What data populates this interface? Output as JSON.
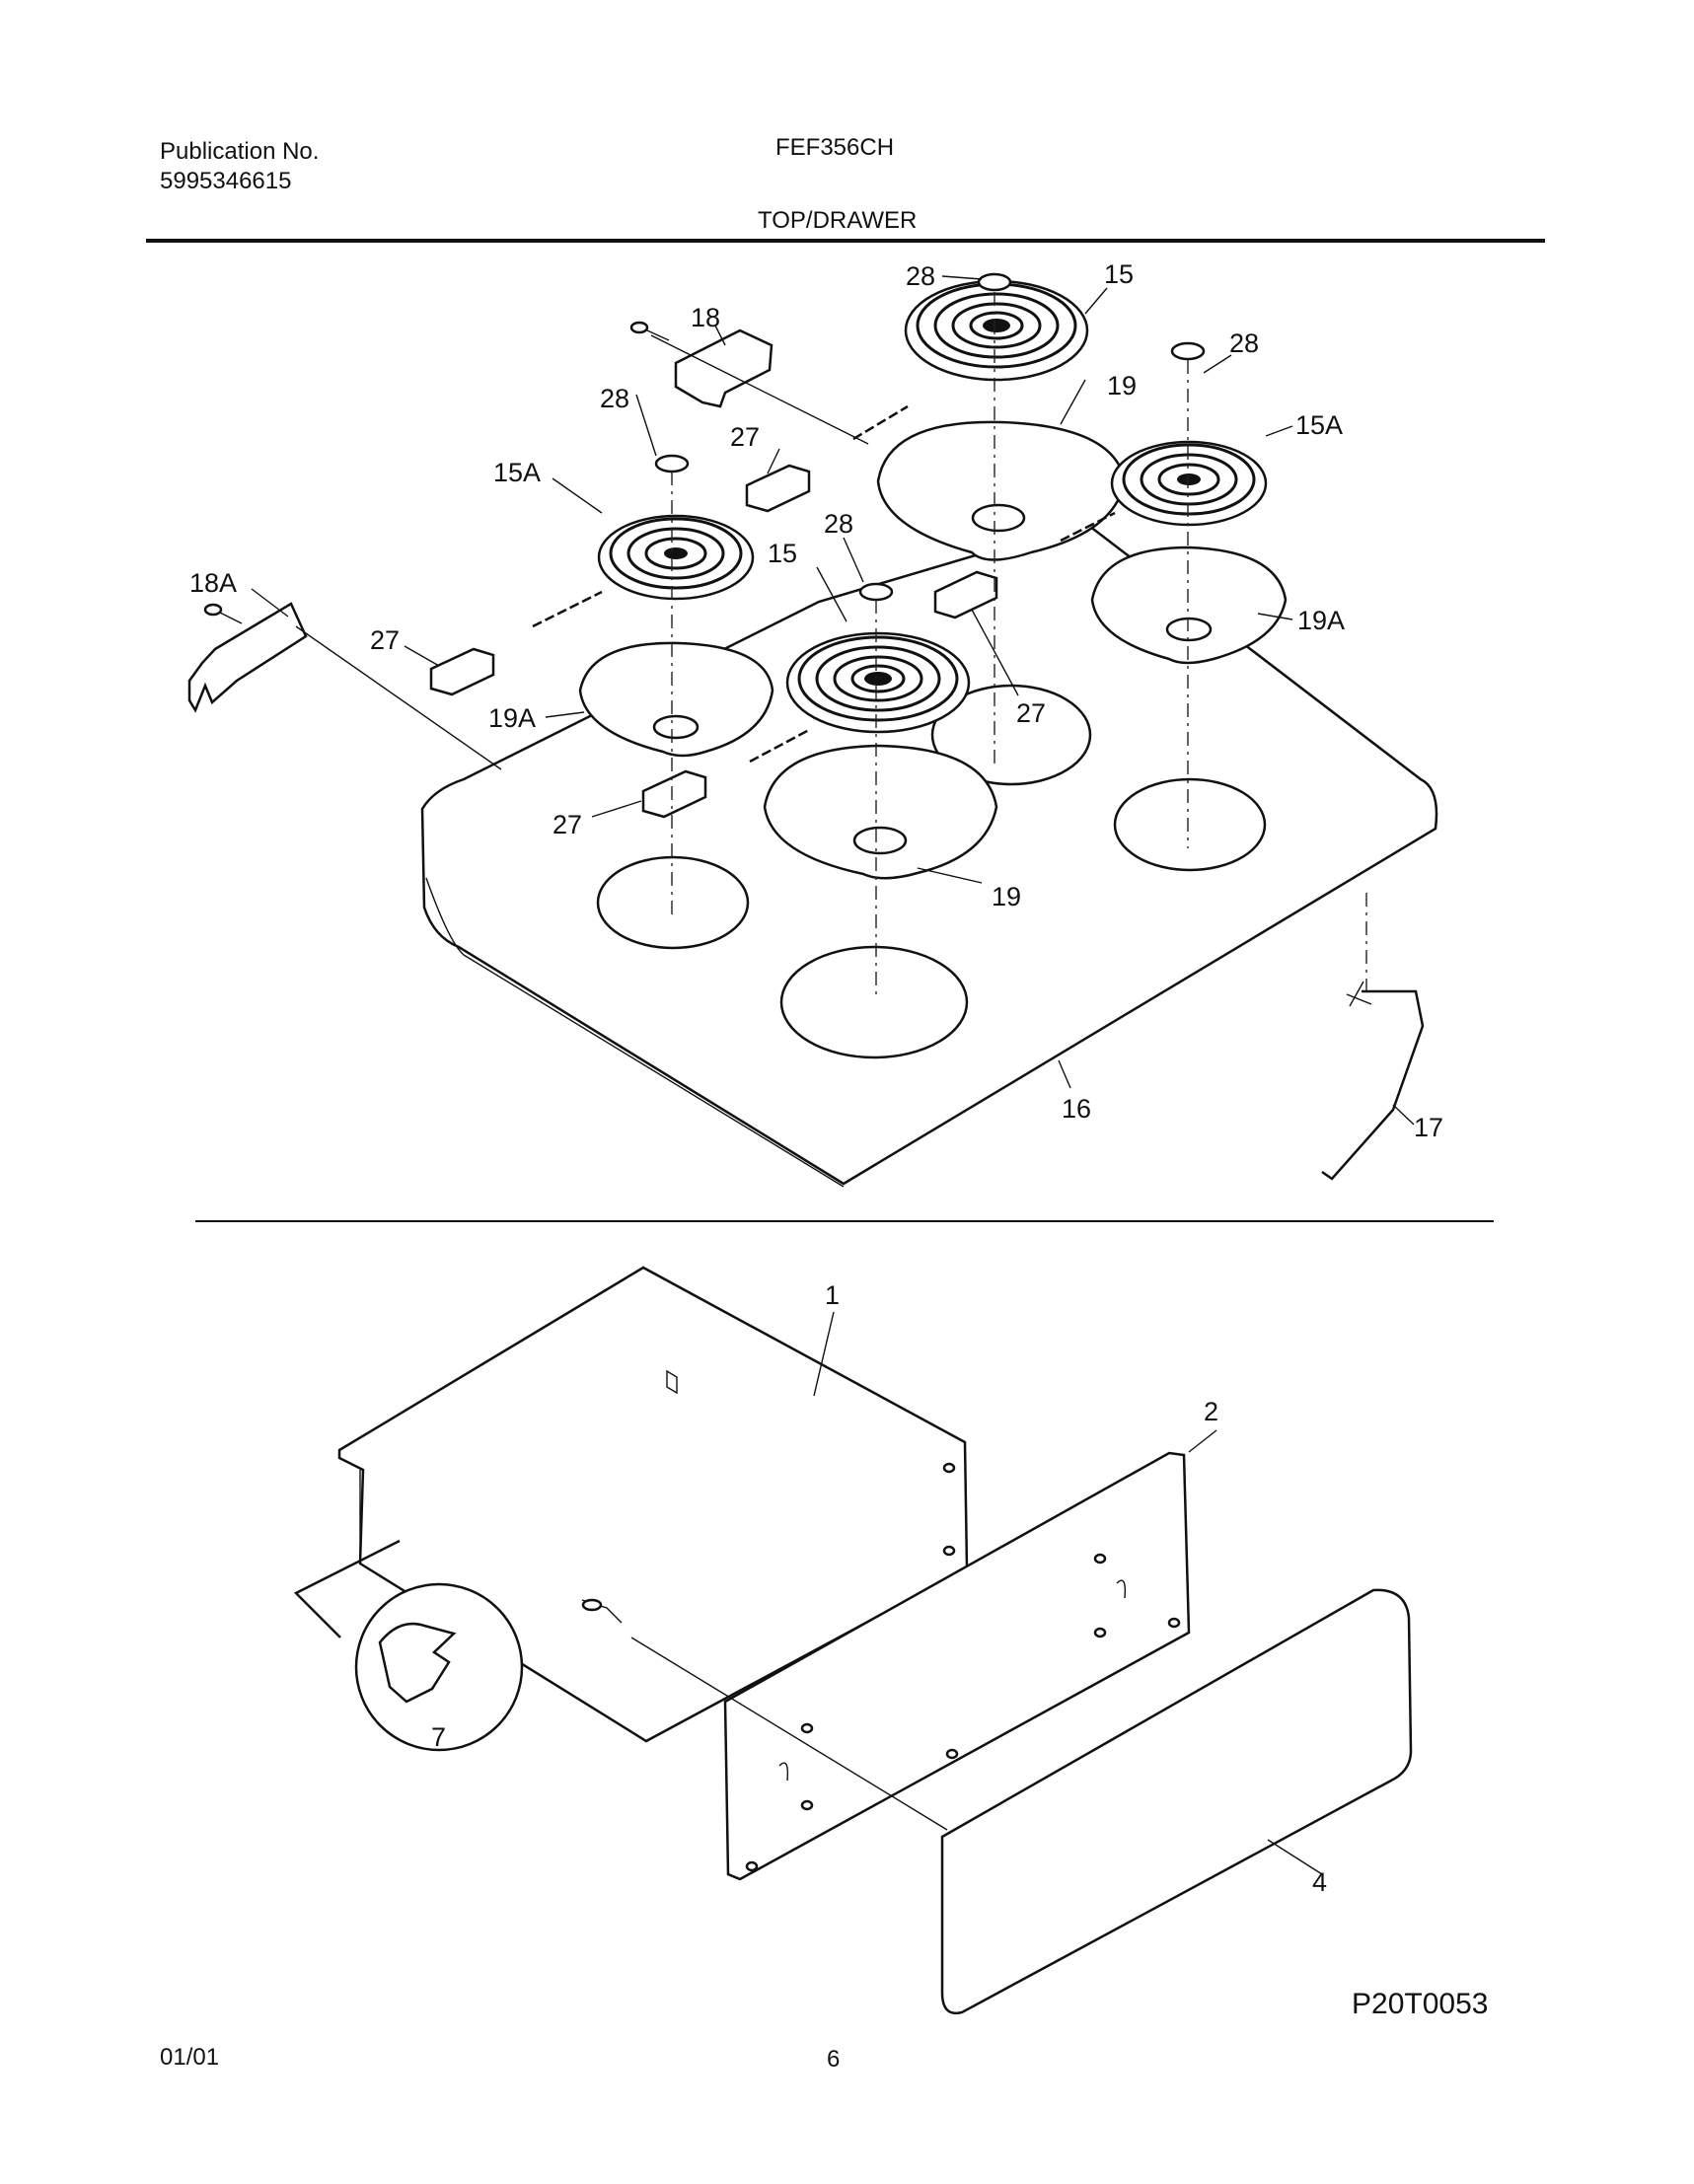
{
  "header": {
    "publication_label": "Publication No.",
    "publication_number": "5995346615",
    "model": "FEF356CH",
    "section_title": "TOP/DRAWER"
  },
  "footer": {
    "date": "01/01",
    "page_number": "6"
  },
  "diagram": {
    "code": "P20T0053",
    "callouts": {
      "c28a": "28",
      "c15a": "15",
      "c18": "18",
      "c28b": "28",
      "c19a": "19",
      "c15Aa": "15A",
      "c28c": "28",
      "c15Ab": "15A",
      "c27a": "27",
      "c28d": "28",
      "c15b": "15",
      "c18A": "18A",
      "c19Aa": "19A",
      "c27b": "27",
      "c19Ab": "19A",
      "c27c": "27",
      "c27d": "27",
      "c19b": "19",
      "c16": "16",
      "c17": "17",
      "c1": "1",
      "c2": "2",
      "c7": "7",
      "c4": "4"
    }
  }
}
